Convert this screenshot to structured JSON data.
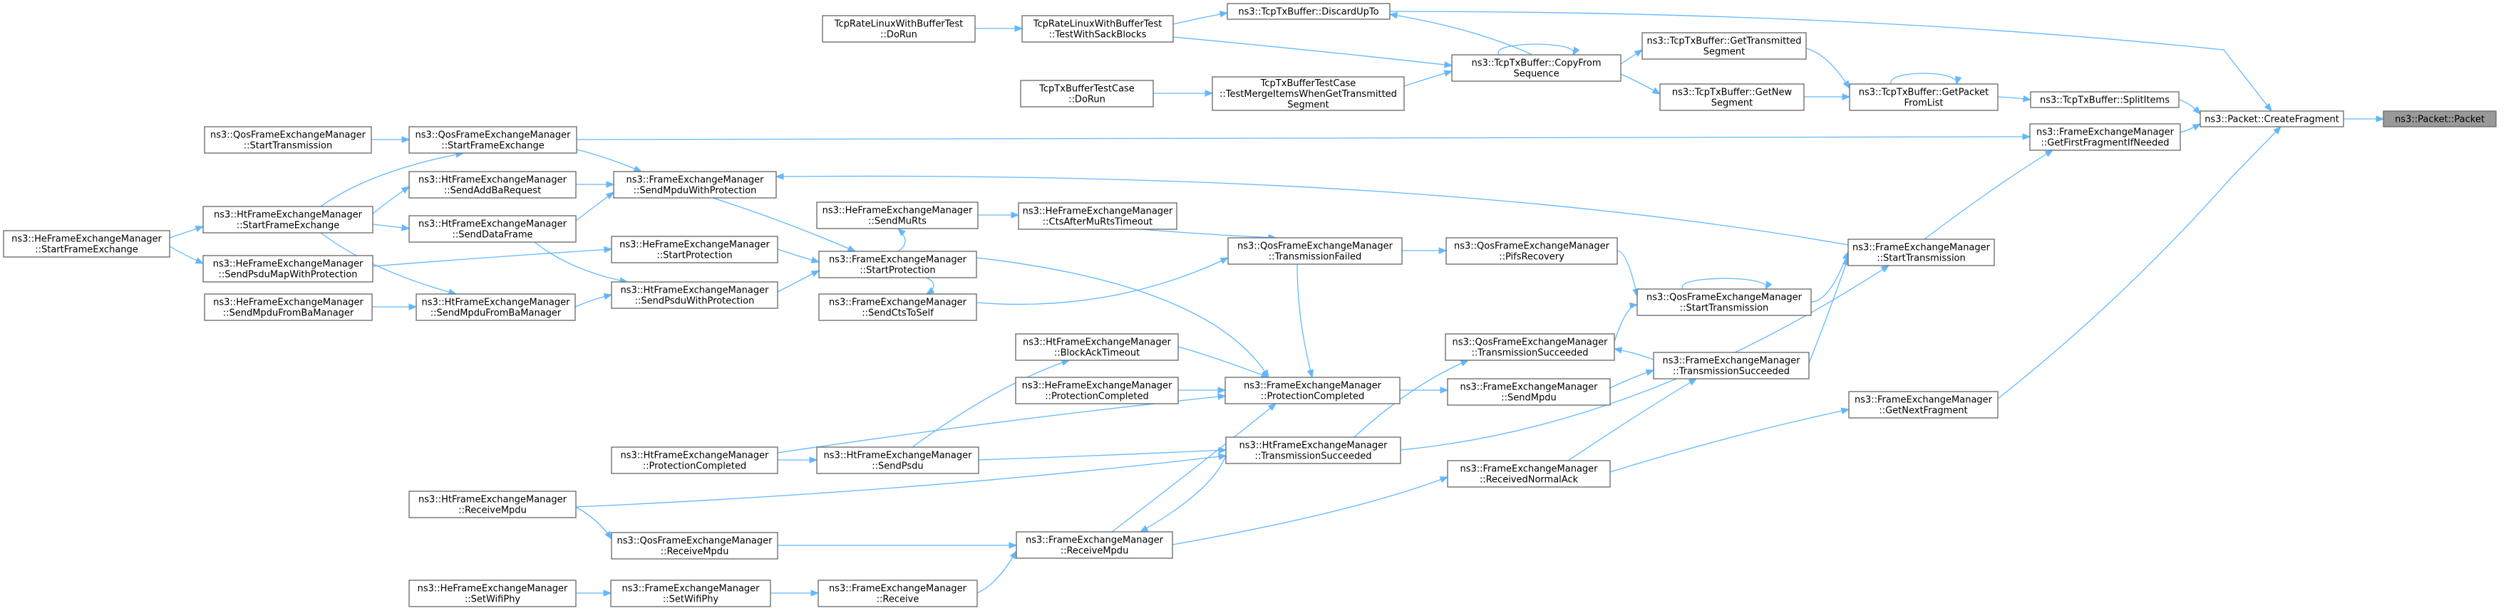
{
  "graph": {
    "nodes": [
      {
        "id": "root",
        "lines": [
          "ns3::Packet::Packet"
        ],
        "root": true
      },
      {
        "id": "cf",
        "lines": [
          "ns3::Packet::CreateFragment"
        ]
      },
      {
        "id": "discard",
        "lines": [
          "ns3::TcpTxBuffer::DiscardUpTo"
        ]
      },
      {
        "id": "copyseq",
        "lines": [
          "ns3::TcpTxBuffer::CopyFrom",
          "Sequence"
        ]
      },
      {
        "id": "gettrans",
        "lines": [
          "ns3::TcpTxBuffer::GetTransmitted",
          "Segment"
        ]
      },
      {
        "id": "getnew",
        "lines": [
          "ns3::TcpTxBuffer::GetNew",
          "Segment"
        ]
      },
      {
        "id": "getpacket",
        "lines": [
          "ns3::TcpTxBuffer::GetPacket",
          "FromList"
        ]
      },
      {
        "id": "splititems",
        "lines": [
          "ns3::TcpTxBuffer::SplitItems"
        ]
      },
      {
        "id": "rate_dorun",
        "lines": [
          "TcpRateLinuxWithBufferTest",
          "::DoRun"
        ]
      },
      {
        "id": "rate_sack",
        "lines": [
          "TcpRateLinuxWithBufferTest",
          "::TestWithSackBlocks"
        ]
      },
      {
        "id": "txbuf_dorun",
        "lines": [
          "TcpTxBufferTestCase",
          "::DoRun"
        ]
      },
      {
        "id": "txbuf_merge",
        "lines": [
          "TcpTxBufferTestCase",
          "::TestMergeItemsWhenGetTransmitted",
          "Segment"
        ]
      },
      {
        "id": "getfirstfrag",
        "lines": [
          "ns3::FrameExchangeManager",
          "::GetFirstFragmentIfNeeded"
        ]
      },
      {
        "id": "fem_start",
        "lines": [
          "ns3::FrameExchangeManager",
          "::StartTransmission"
        ]
      },
      {
        "id": "getnextfrag",
        "lines": [
          "ns3::FrameExchangeManager",
          "::GetNextFragment"
        ]
      },
      {
        "id": "fem_txsucc",
        "lines": [
          "ns3::FrameExchangeManager",
          "::TransmissionSucceeded"
        ]
      },
      {
        "id": "qfem_start",
        "lines": [
          "ns3::QosFrameExchangeManager",
          "::StartTransmission"
        ]
      },
      {
        "id": "qfem_txsucc",
        "lines": [
          "ns3::QosFrameExchangeManager",
          "::TransmissionSucceeded"
        ]
      },
      {
        "id": "fem_sendmpdu",
        "lines": [
          "ns3::FrameExchangeManager",
          "::SendMpdu"
        ]
      },
      {
        "id": "fem_rxnormalack",
        "lines": [
          "ns3::FrameExchangeManager",
          "::ReceivedNormalAck"
        ]
      },
      {
        "id": "qfem_pifs",
        "lines": [
          "ns3::QosFrameExchangeManager",
          "::PifsRecovery"
        ]
      },
      {
        "id": "qfem_txfailed",
        "lines": [
          "ns3::QosFrameExchangeManager",
          "::TransmissionFailed"
        ]
      },
      {
        "id": "fem_protcompleted",
        "lines": [
          "ns3::FrameExchangeManager",
          "::ProtectionCompleted"
        ]
      },
      {
        "id": "htfem_txsucc",
        "lines": [
          "ns3::HtFrameExchangeManager",
          "::TransmissionSucceeded"
        ]
      },
      {
        "id": "fem_receivempdu",
        "lines": [
          "ns3::FrameExchangeManager",
          "::ReceiveMpdu"
        ]
      },
      {
        "id": "hefem_ctsmurts",
        "lines": [
          "ns3::HeFrameExchangeManager",
          "::CtsAfterMuRtsTimeout"
        ]
      },
      {
        "id": "hefem_sendmurts",
        "lines": [
          "ns3::HeFrameExchangeManager",
          "::SendMuRts"
        ]
      },
      {
        "id": "fem_startprot",
        "lines": [
          "ns3::FrameExchangeManager",
          "::StartProtection"
        ]
      },
      {
        "id": "fem_sendcts",
        "lines": [
          "ns3::FrameExchangeManager",
          "::SendCtsToSelf"
        ]
      },
      {
        "id": "htfem_blockack",
        "lines": [
          "ns3::HtFrameExchangeManager",
          "::BlockAckTimeout"
        ]
      },
      {
        "id": "hefem_protcompleted",
        "lines": [
          "ns3::HeFrameExchangeManager",
          "::ProtectionCompleted"
        ]
      },
      {
        "id": "htfem_sendpsdu",
        "lines": [
          "ns3::HtFrameExchangeManager",
          "::SendPsdu"
        ]
      },
      {
        "id": "fem_receive",
        "lines": [
          "ns3::FrameExchangeManager",
          "::Receive"
        ]
      },
      {
        "id": "fem_setwifiphy",
        "lines": [
          "ns3::FrameExchangeManager",
          "::SetWifiPhy"
        ]
      },
      {
        "id": "hefem_setwifiphy",
        "lines": [
          "ns3::HeFrameExchangeManager",
          "::SetWifiPhy"
        ]
      },
      {
        "id": "qfem_startfe",
        "lines": [
          "ns3::QosFrameExchangeManager",
          "::StartFrameExchange"
        ]
      },
      {
        "id": "qfem_starttx",
        "lines": [
          "ns3::QosFrameExchangeManager",
          "::StartTransmission"
        ]
      },
      {
        "id": "fem_sendmpduprot",
        "lines": [
          "ns3::FrameExchangeManager",
          "::SendMpduWithProtection"
        ]
      },
      {
        "id": "htfem_sendaddba",
        "lines": [
          "ns3::HtFrameExchangeManager",
          "::SendAddBaRequest"
        ]
      },
      {
        "id": "htfem_startfe",
        "lines": [
          "ns3::HtFrameExchangeManager",
          "::StartFrameExchange"
        ]
      },
      {
        "id": "htfem_senddata",
        "lines": [
          "ns3::HtFrameExchangeManager",
          "::SendDataFrame"
        ]
      },
      {
        "id": "hefem_startfe",
        "lines": [
          "ns3::HeFrameExchangeManager",
          "::StartFrameExchange"
        ]
      },
      {
        "id": "hefem_sendpsdumap",
        "lines": [
          "ns3::HeFrameExchangeManager",
          "::SendPsduMapWithProtection"
        ]
      },
      {
        "id": "hefem_startprot",
        "lines": [
          "ns3::HeFrameExchangeManager",
          "::StartProtection"
        ]
      },
      {
        "id": "htfem_sendpsduprot",
        "lines": [
          "ns3::HtFrameExchangeManager",
          "::SendPsduWithProtection"
        ]
      },
      {
        "id": "htfem_sendmpduba",
        "lines": [
          "ns3::HtFrameExchangeManager",
          "::SendMpduFromBaManager"
        ]
      },
      {
        "id": "hefem_sendmpduba",
        "lines": [
          "ns3::HeFrameExchangeManager",
          "::SendMpduFromBaManager"
        ]
      },
      {
        "id": "htfem_protcompleted",
        "lines": [
          "ns3::HtFrameExchangeManager",
          "::ProtectionCompleted"
        ]
      },
      {
        "id": "htfem_receivempdu",
        "lines": [
          "ns3::HtFrameExchangeManager",
          "::ReceiveMpdu"
        ]
      },
      {
        "id": "qfem_receivempdu",
        "lines": [
          "ns3::QosFrameExchangeManager",
          "::ReceiveMpdu"
        ]
      }
    ],
    "edges": [
      [
        "cf",
        "root"
      ],
      [
        "discard",
        "cf"
      ],
      [
        "splititems",
        "cf"
      ],
      [
        "getfirstfrag",
        "cf"
      ],
      [
        "getnextfrag",
        "cf"
      ],
      [
        "copyseq",
        "discard"
      ],
      [
        "rate_sack",
        "discard"
      ],
      [
        "gettrans",
        "getpacket"
      ],
      [
        "getnew",
        "getpacket"
      ],
      [
        "getpacket",
        "splititems"
      ],
      [
        "getpacket",
        "getpacket"
      ],
      [
        "copyseq",
        "gettrans"
      ],
      [
        "copyseq",
        "getnew"
      ],
      [
        "copyseq",
        "copyseq"
      ],
      [
        "rate_sack",
        "copyseq"
      ],
      [
        "txbuf_merge",
        "copyseq"
      ],
      [
        "rate_dorun",
        "rate_sack"
      ],
      [
        "txbuf_dorun",
        "txbuf_merge"
      ],
      [
        "fem_start",
        "getfirstfrag"
      ],
      [
        "qfem_startfe",
        "getfirstfrag"
      ],
      [
        "fem_rxnormalack",
        "getnextfrag"
      ],
      [
        "qfem_start",
        "fem_start"
      ],
      [
        "fem_txsucc",
        "fem_start"
      ],
      [
        "htfem_txsucc",
        "fem_start"
      ],
      [
        "fem_start",
        "fem_sendmpduprot"
      ],
      [
        "qfem_start",
        "qfem_start"
      ],
      [
        "qfem_pifs",
        "qfem_start"
      ],
      [
        "qfem_txsucc",
        "qfem_start"
      ],
      [
        "fem_txsucc",
        "qfem_txsucc"
      ],
      [
        "fem_sendmpdu",
        "fem_txsucc"
      ],
      [
        "fem_rxnormalack",
        "fem_txsucc"
      ],
      [
        "htfem_txsucc",
        "qfem_txsucc"
      ],
      [
        "qfem_txfailed",
        "qfem_pifs"
      ],
      [
        "fem_protcompleted",
        "fem_sendmpdu"
      ],
      [
        "htfem_txsucc",
        "fem_receivempdu"
      ],
      [
        "fem_receivempdu",
        "fem_rxnormalack"
      ],
      [
        "hefem_ctsmurts",
        "qfem_txfailed"
      ],
      [
        "fem_sendcts",
        "qfem_txfailed"
      ],
      [
        "qfem_txfailed",
        "fem_protcompleted"
      ],
      [
        "htfem_blockack",
        "fem_protcompleted"
      ],
      [
        "hefem_protcompleted",
        "fem_protcompleted"
      ],
      [
        "fem_startprot",
        "fem_protcompleted"
      ],
      [
        "fem_receivempdu",
        "fem_protcompleted"
      ],
      [
        "htfem_protcompleted",
        "fem_protcompleted"
      ],
      [
        "htfem_sendpsdu",
        "htfem_txsucc"
      ],
      [
        "htfem_receivempdu",
        "htfem_txsucc"
      ],
      [
        "hefem_sendmurts",
        "hefem_ctsmurts"
      ],
      [
        "fem_startprot",
        "hefem_sendmurts"
      ],
      [
        "fem_startprot",
        "fem_sendcts"
      ],
      [
        "htfem_sendpsdu",
        "htfem_blockack"
      ],
      [
        "htfem_protcompleted",
        "htfem_sendpsdu"
      ],
      [
        "fem_receive",
        "fem_receivempdu"
      ],
      [
        "qfem_receivempdu",
        "fem_receivempdu"
      ],
      [
        "fem_setwifiphy",
        "fem_receive"
      ],
      [
        "hefem_setwifiphy",
        "fem_setwifiphy"
      ],
      [
        "qfem_starttx",
        "qfem_startfe"
      ],
      [
        "qfem_startfe",
        "fem_sendmpduprot"
      ],
      [
        "htfem_sendaddba",
        "fem_sendmpduprot"
      ],
      [
        "htfem_senddata",
        "fem_sendmpduprot"
      ],
      [
        "fem_sendmpduprot",
        "fem_startprot"
      ],
      [
        "htfem_startfe",
        "qfem_startfe"
      ],
      [
        "htfem_startfe",
        "htfem_sendaddba"
      ],
      [
        "htfem_startfe",
        "htfem_senddata"
      ],
      [
        "htfem_startfe",
        "htfem_sendmpduba"
      ],
      [
        "hefem_startfe",
        "htfem_startfe"
      ],
      [
        "hefem_startfe",
        "hefem_sendpsdumap"
      ],
      [
        "hefem_sendpsdumap",
        "hefem_startprot"
      ],
      [
        "htfem_senddata",
        "htfem_sendpsduprot"
      ],
      [
        "htfem_sendmpduba",
        "htfem_sendpsduprot"
      ],
      [
        "hefem_sendmpduba",
        "htfem_sendmpduba"
      ],
      [
        "hefem_startprot",
        "fem_startprot"
      ],
      [
        "htfem_sendpsduprot",
        "fem_startprot"
      ],
      [
        "htfem_receivempdu",
        "qfem_receivempdu"
      ]
    ]
  }
}
